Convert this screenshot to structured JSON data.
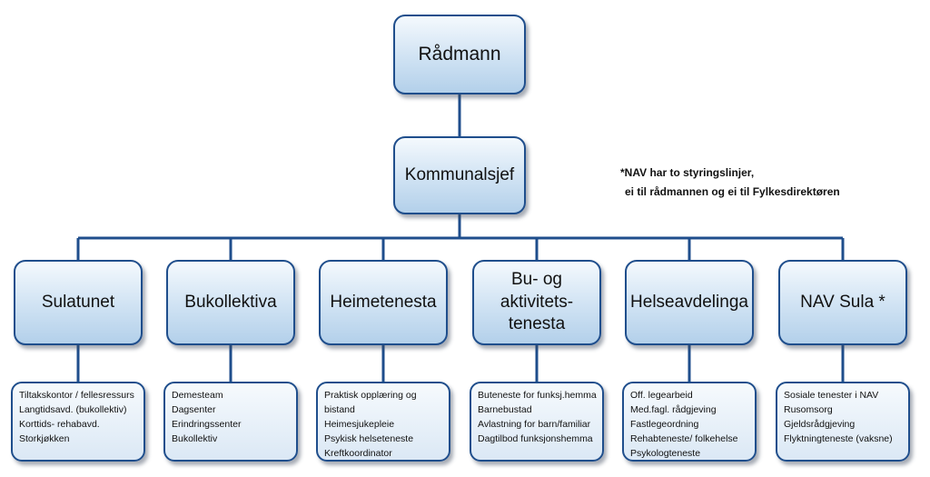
{
  "top": {
    "label": "Rådmann"
  },
  "second": {
    "label": "Kommunalsjef"
  },
  "note": {
    "line1": "*NAV har to styringslinjer,",
    "line2": "ei til rådmannen og ei til Fylkesdirektøren"
  },
  "units": [
    {
      "title": "Sulatunet",
      "items": [
        "Tiltakskontor / fellesressurs",
        "Langtidsavd. (bukollektiv)",
        "Korttids- rehabavd.",
        "Storkjøkken"
      ]
    },
    {
      "title": "Bukollektiva",
      "items": [
        "Demesteam",
        "Dagsenter",
        "Erindringssenter",
        "Bukollektiv"
      ]
    },
    {
      "title": "Heimetenesta",
      "items": [
        "Praktisk opplæring og",
        "bistand",
        "Heimesjukepleie",
        "Psykisk helseteneste",
        "Kreftkoordinator"
      ]
    },
    {
      "title_lines": [
        "Bu- og",
        "aktivitets-",
        "tenesta"
      ],
      "items": [
        "Buteneste for funksj.hemma",
        "Barnebustad",
        "Avlastning for barn/familiar",
        "Dagtilbod funksjonshemma"
      ]
    },
    {
      "title": "Helseavdelinga",
      "items": [
        "Off. legearbeid",
        "Med.fagl. rådgjeving",
        "Fastlegeordning",
        "Rehabteneste/ folkehelse",
        "Psykologteneste"
      ]
    },
    {
      "title": "NAV Sula *",
      "items": [
        "Sosiale tenester i NAV",
        "Rusomsorg",
        "Gjeldsrådgjeving",
        "Flyktningteneste (vaksne)"
      ]
    }
  ]
}
